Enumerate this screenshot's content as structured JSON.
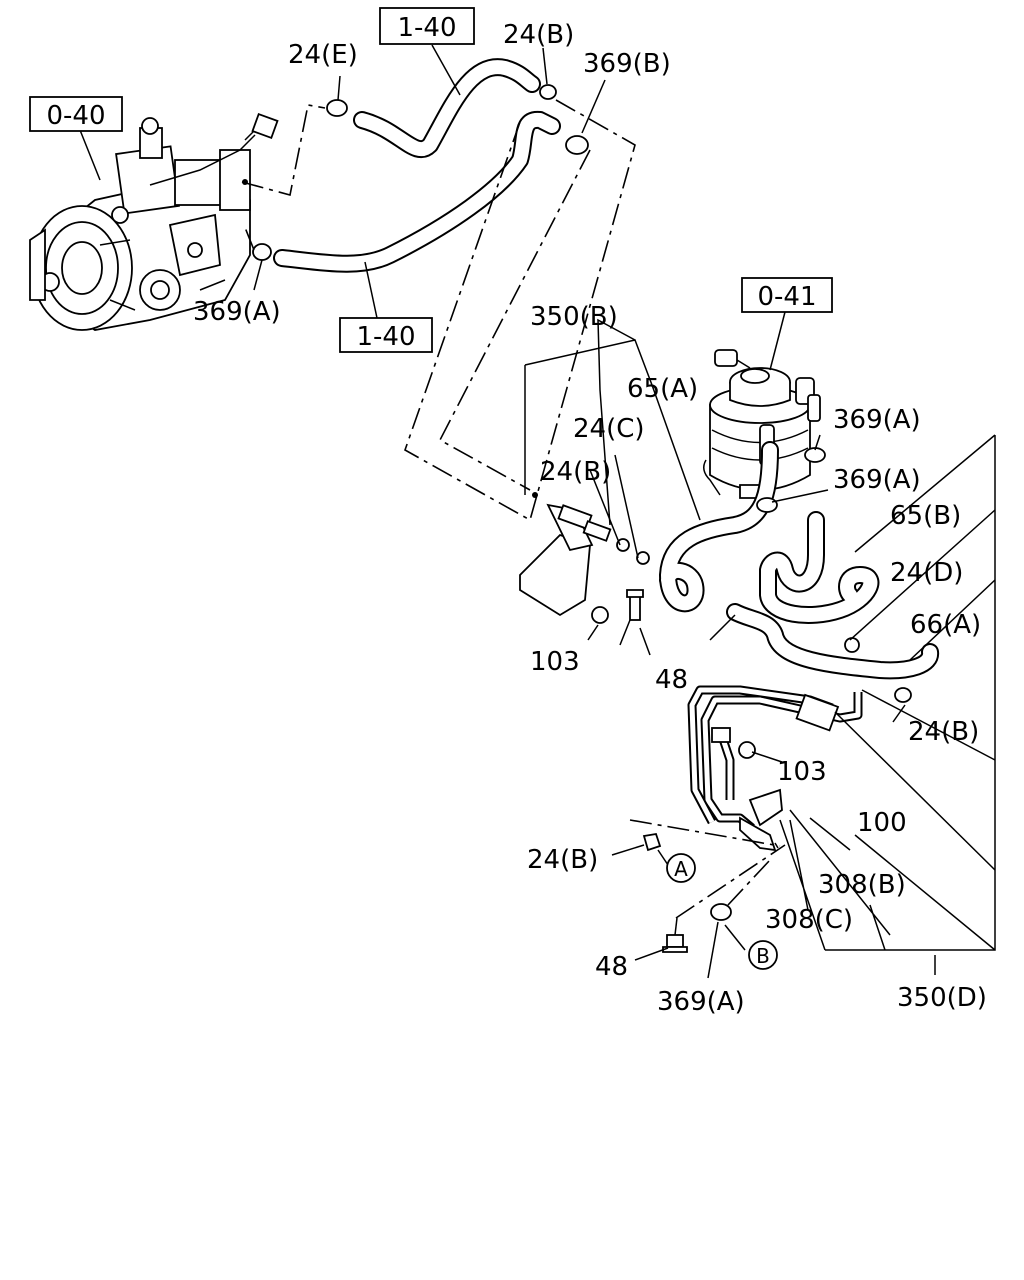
{
  "diagram": {
    "ref_boxes": {
      "ref_0_40": "0-40",
      "ref_1_40_top": "1-40",
      "ref_1_40_bottom": "1-40",
      "ref_0_41": "0-41"
    },
    "callouts": {
      "c_24E": "24(E)",
      "c_24B_top": "24(B)",
      "c_369B": "369(B)",
      "c_369A_pump": "369(A)",
      "c_350B": "350(B)",
      "c_65A": "65(A)",
      "c_24C": "24(C)",
      "c_24B_mid": "24(B)",
      "c_369A_filter1": "369(A)",
      "c_369A_filter2": "369(A)",
      "c_65B": "65(B)",
      "c_24D": "24(D)",
      "c_66A": "66(A)",
      "c_24B_right": "24(B)",
      "c_103_left": "103",
      "c_48_left": "48",
      "c_103_right": "103",
      "c_100": "100",
      "c_308B": "308(B)",
      "c_308C": "308(C)",
      "c_24B_bottom": "24(B)",
      "c_48_bottom": "48",
      "c_369A_bottom": "369(A)",
      "c_350D": "350(D)"
    },
    "markers": {
      "marker_A": "A",
      "marker_B": "B"
    }
  }
}
